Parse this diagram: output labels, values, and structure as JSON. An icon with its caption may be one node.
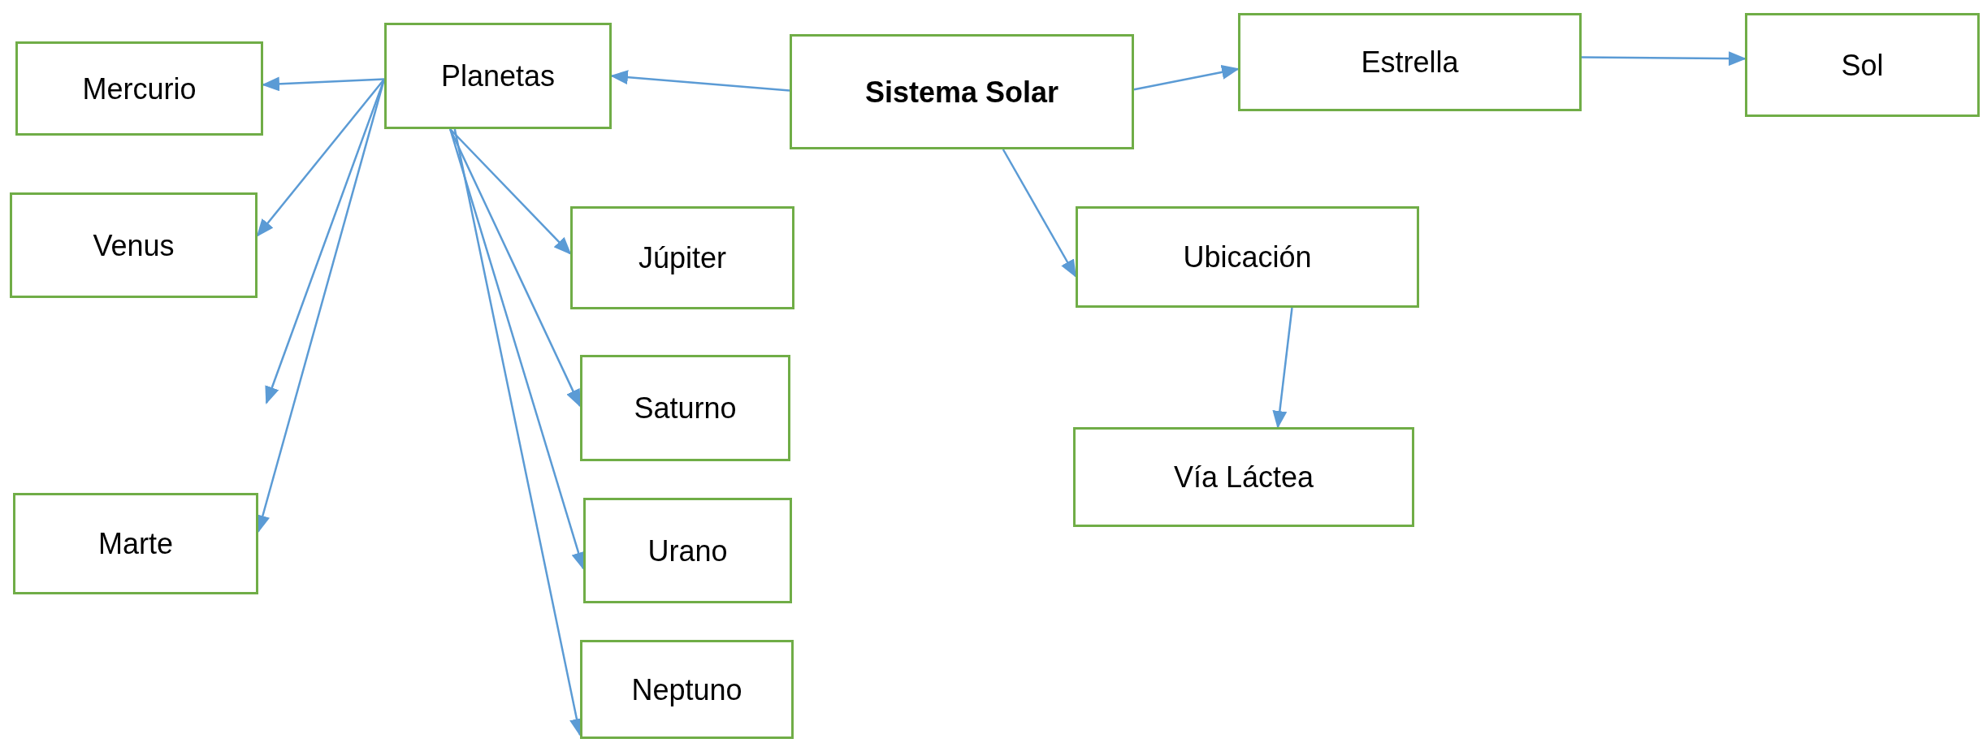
{
  "diagram": {
    "nodes": [
      {
        "text": [
          "Mercurio"
        ]
      },
      {
        "text": [
          "Planetas"
        ]
      },
      {
        "text": [
          "Sistema Solar"
        ]
      },
      {
        "text": [
          "Estrella"
        ]
      },
      {
        "text": [
          "Sol"
        ]
      },
      {
        "text": [
          "Venus"
        ]
      },
      {
        "text": [
          "Júpiter"
        ]
      },
      {
        "text": [
          "Ubicación"
        ]
      },
      {
        "text": [
          "Saturno"
        ]
      },
      {
        "text": [
          "Vía Láctea"
        ]
      },
      {
        "text": [
          "Marte"
        ]
      },
      {
        "text": [
          "Urano"
        ]
      },
      {
        "text": [
          "Neptuno"
        ]
      }
    ],
    "edges": [
      {
        "from": 2,
        "to": 1,
        "arrow": "to"
      },
      {
        "from": 1,
        "to": 0,
        "arrow": "to"
      },
      {
        "from": 1,
        "to": 5,
        "arrow": "to"
      },
      {
        "from": 1,
        "to": null,
        "arrow": "to"
      },
      {
        "from": 1,
        "to": 10,
        "arrow": "to"
      },
      {
        "from": 1,
        "to": 6,
        "arrow": "to"
      },
      {
        "from": 1,
        "to": 8,
        "arrow": "to"
      },
      {
        "from": 1,
        "to": 11,
        "arrow": "to"
      },
      {
        "from": 1,
        "to": 12,
        "arrow": "to"
      },
      {
        "from": 2,
        "to": 3,
        "arrow": "to"
      },
      {
        "from": 3,
        "to": 4,
        "arrow": "to"
      },
      {
        "from": 2,
        "to": 7,
        "arrow": "to"
      },
      {
        "from": 7,
        "to": 9,
        "arrow": "to"
      }
    ]
  }
}
